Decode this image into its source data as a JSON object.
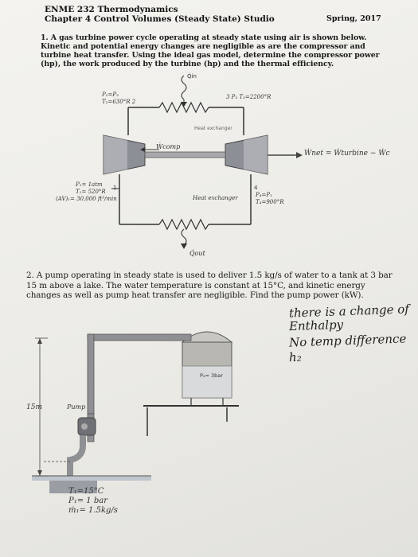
{
  "header": {
    "course": "ENME 232 Thermodynamics",
    "chapter": "Chapter 4 Control Volumes (Steady State) Studio",
    "term": "Spring, 2017"
  },
  "problem1": {
    "text": "1. A gas turbine power cycle operating at steady state using air is shown below. Kinetic and potential energy changes are negligible as are the compressor and turbine heat transfer. Using the ideal gas model, determine the compressor power (hp), the work produced by the turbine (hp) and the thermal efficiency.",
    "labels": {
      "q_in": "Q̇in",
      "state2_p": "P₂=P₃",
      "state2_t": "T₂=630°R 2",
      "state3": "3 P₃ T₃=2200°R",
      "heat_exchanger_top": "Heat exchanger",
      "w_comp": "Ẇcomp",
      "w_net": "Ẇnet = Ẇturbine − Ẇc",
      "state1_p": "P₁= 1atm",
      "state1_t": "T₁= 520°R",
      "state1_flow": "(AV)₁= 30,000 ft³/min",
      "state1_num": "1",
      "heat_exchanger_bottom": "Heat exchanger",
      "state4_num": "4",
      "state4_p": "P₄=P₁",
      "state4_t": "T₄=900°R",
      "q_out": "Q̇out"
    }
  },
  "problem2": {
    "text": "2. A pump operating in steady state is used to deliver 1.5 kg/s of water to a tank at 3 bar 15 m above a lake. The water temperature is constant at 15°C, and kinetic energy changes as well as pump heat transfer are negligible. Find the pump power (kW).",
    "labels": {
      "tank_pressure": "P₂= 3bar",
      "height": "15m",
      "pump": "Pump",
      "state1_t": "T₁=15°C",
      "state1_p": "P₁= 1 bar",
      "state1_m": "ṁ₁= 1.5kg/s"
    },
    "handwritten_notes": [
      "there is a change of",
      "Enthalpy",
      "No temp difference",
      "h₂"
    ]
  }
}
